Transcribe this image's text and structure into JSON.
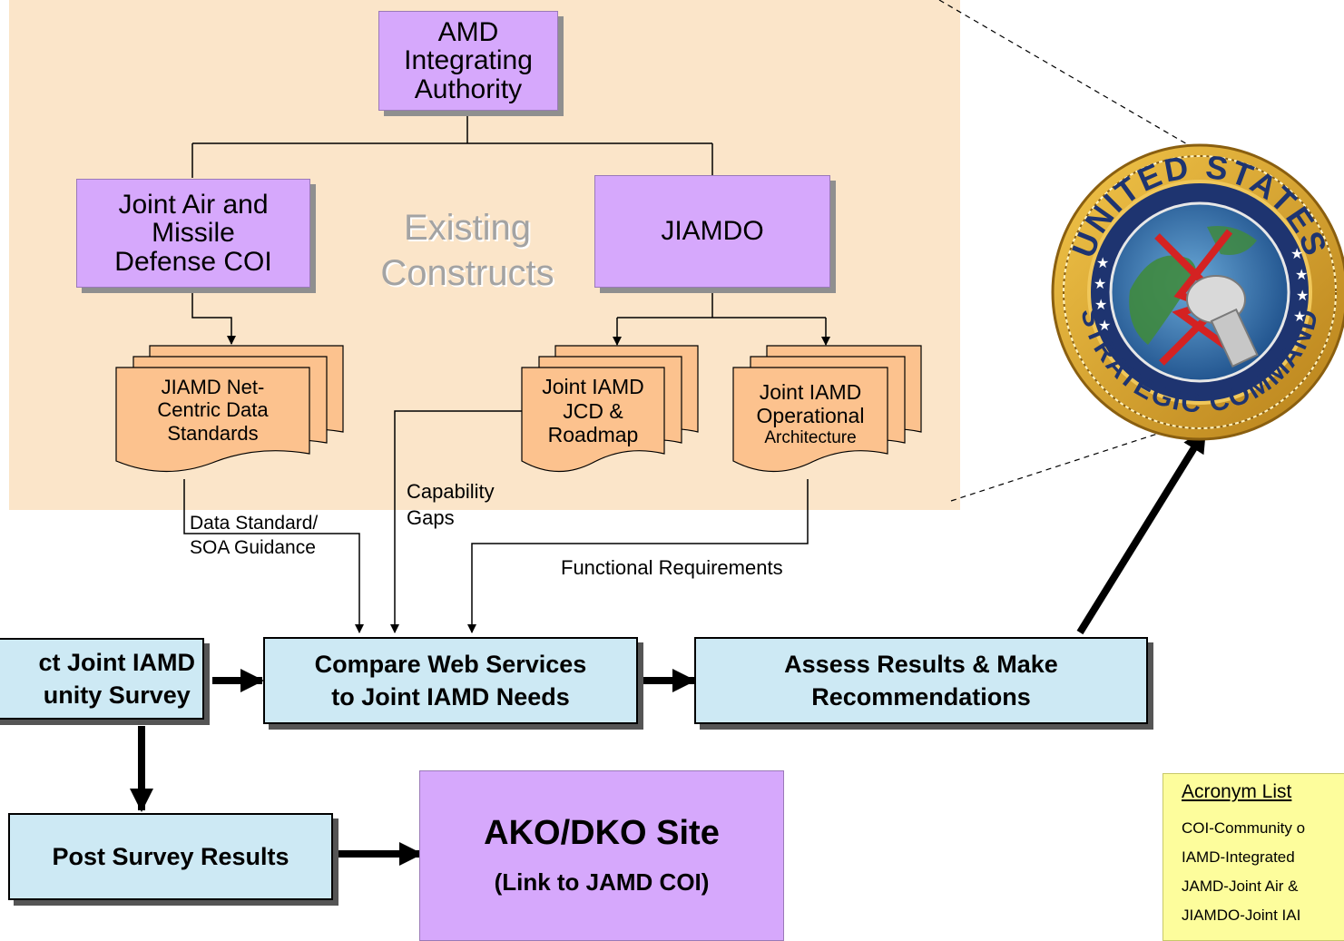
{
  "top": {
    "amd_authority": "AMD\nIntegrating\nAuthority",
    "jamd_coi": "Joint Air and\nMissile\nDefense COI",
    "jiamdo": "JIAMDO",
    "existing_constructs": "Existing\nConstructs"
  },
  "documents": {
    "net_centric": "JIAMD Net-\nCentric Data\nStandards",
    "jcd_roadmap": "Joint IAMD\nJCD &\nRoadmap",
    "operational_arch_line1": "Joint IAMD\nOperational",
    "operational_arch_line2": "Architecture"
  },
  "flow_labels": {
    "data_standard": "Data Standard/\nSOA Guidance",
    "capability_gaps": "Capability\nGaps",
    "functional_requirements": "Functional Requirements"
  },
  "process": {
    "conduct_survey": "ct Joint IAMD\nunity Survey",
    "compare": "Compare Web Services\nto Joint IAMD Needs",
    "assess": "Assess Results & Make\nRecommendations",
    "post_results": "Post Survey Results",
    "ako_title": "AKO/DKO Site",
    "ako_subtitle": "(Link to JAMD COI)"
  },
  "seal": {
    "top_text": "UNITED STATES",
    "bottom_text": "STRATEGIC COMMAND"
  },
  "acronyms": {
    "title": "Acronym List",
    "items": [
      "COI-Community o",
      "IAMD-Integrated",
      "JAMD-Joint Air &",
      "JIAMDO-Joint IAI"
    ]
  },
  "colors": {
    "tan_background": "#fbe5c9",
    "purple_box": "#d6a8fc",
    "blue_box": "#cde9f4",
    "document": "#fcc28e",
    "acronym_note": "#fdfd9c"
  }
}
